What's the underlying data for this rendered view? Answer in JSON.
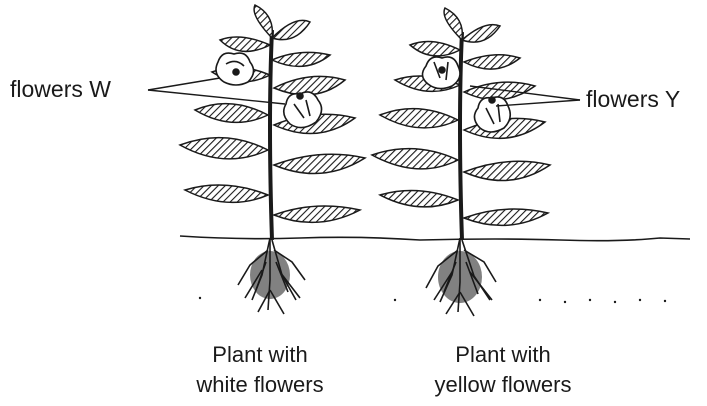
{
  "labels": {
    "flowers_w": "flowers W",
    "flowers_y": "flowers Y"
  },
  "plants": [
    {
      "caption_line1": "Plant with",
      "caption_line2": "white flowers"
    },
    {
      "caption_line1": "Plant with",
      "caption_line2": "yellow flowers"
    }
  ],
  "colors": {
    "ink": "#1a1a1a",
    "background": "#ffffff"
  }
}
